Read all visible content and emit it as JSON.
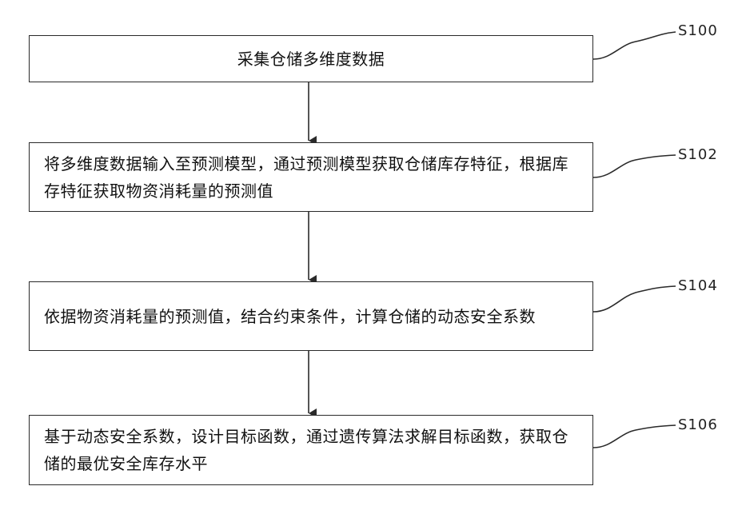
{
  "steps": [
    {
      "id": "S100",
      "text": "采集仓储多维度数据"
    },
    {
      "id": "S102",
      "text": "将多维度数据输入至预测模型，通过预测模型获取仓储库存特征，根据库存特征获取物资消耗量的预测值"
    },
    {
      "id": "S104",
      "text": "依据物资消耗量的预测值，结合约束条件，计算仓储的动态安全系数"
    },
    {
      "id": "S106",
      "text": "基于动态安全系数，设计目标函数，通过遗传算法求解目标函数，获取仓储的最优安全库存水平"
    }
  ],
  "colors": {
    "line": "#2a2a2a",
    "background": "#ffffff",
    "text": "#111111"
  }
}
